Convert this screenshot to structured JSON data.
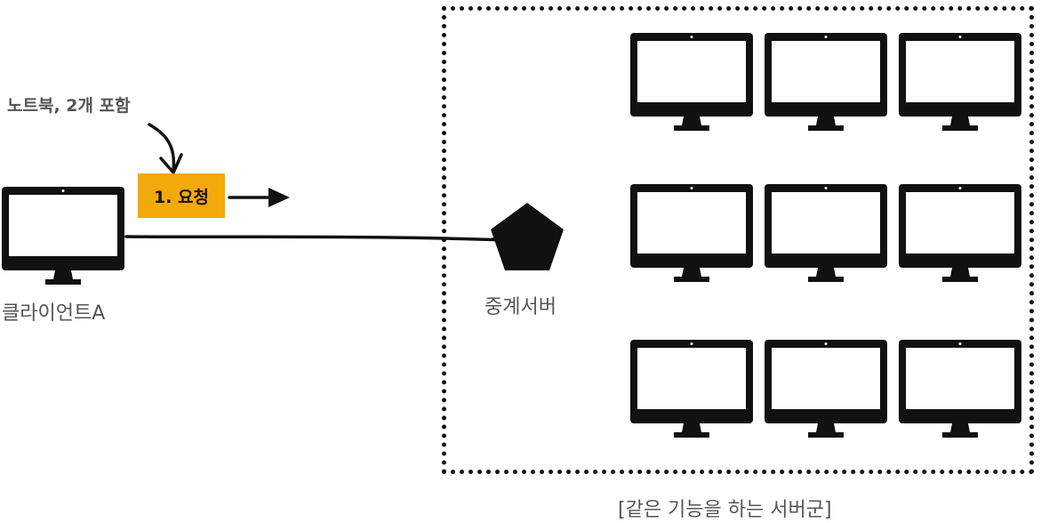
{
  "annotation": {
    "text": "노트북, 2개 포함"
  },
  "step": {
    "label": "1. 요청",
    "color": "#f4a90a"
  },
  "client": {
    "label": "클라이언트A",
    "icon": "monitor-icon"
  },
  "relay": {
    "label": "중계서버",
    "icon": "pentagon-icon"
  },
  "cluster": {
    "caption": "[같은 기능을 하는 서버군]",
    "border": "dotted",
    "server_icon": "monitor-icon",
    "servers": [
      "",
      "",
      "",
      "",
      "",
      "",
      "",
      "",
      ""
    ]
  },
  "colors": {
    "stroke": "#111111",
    "text": "#555555"
  }
}
